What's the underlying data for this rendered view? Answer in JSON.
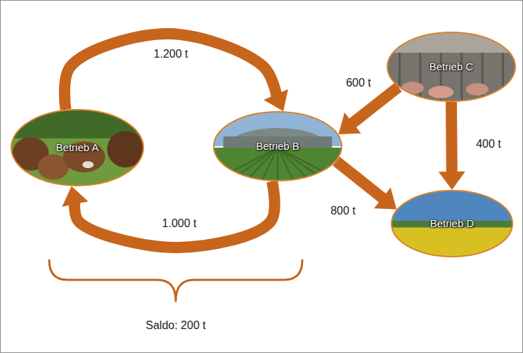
{
  "diagram": {
    "nodes": [
      {
        "text": [
          "Betrieb A"
        ]
      },
      {
        "text": [
          "Betrieb B"
        ]
      },
      {
        "text": [
          "Betrieb C"
        ]
      },
      {
        "text": [
          "Betrieb D"
        ]
      }
    ],
    "edges": [
      {
        "from": 0,
        "to": 1,
        "label": "1.200 t",
        "arrow": "to"
      },
      {
        "from": 1,
        "to": 0,
        "label": "1.000 t",
        "arrow": "to"
      },
      {
        "from": 2,
        "to": 1,
        "label": "600 t",
        "arrow": "to"
      },
      {
        "from": 2,
        "to": 3,
        "label": "400 t",
        "arrow": "to"
      },
      {
        "from": 1,
        "to": 3,
        "label": "800 t",
        "arrow": "to"
      }
    ],
    "labels": [
      "Saldo: 200 t"
    ]
  }
}
